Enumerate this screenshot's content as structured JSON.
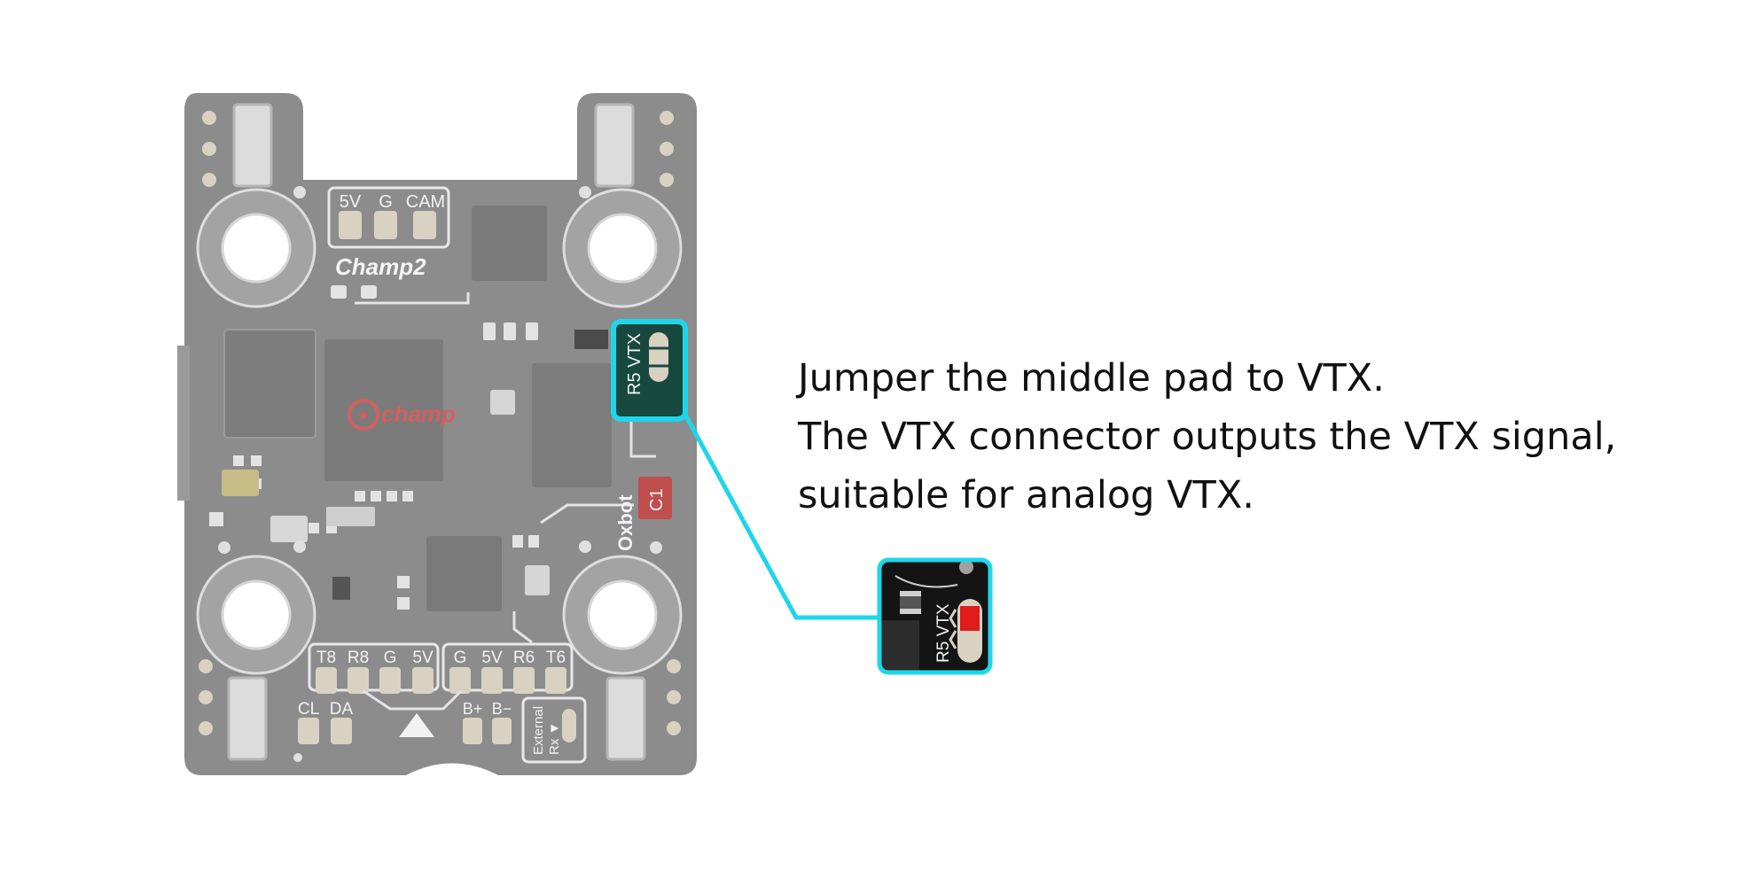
{
  "board": {
    "pad_labels_top": [
      "5V",
      "G",
      "CAM"
    ],
    "model": "Champ2",
    "logo": "champ",
    "side_label": "Oxbot",
    "cap_label": "C1",
    "jumper_label": "R5 VTX",
    "pad_labels_bottom_left": [
      "T8",
      "R8",
      "G",
      "5V"
    ],
    "pad_labels_bottom_right": [
      "G",
      "5V",
      "R6",
      "T6"
    ],
    "i2c_labels": [
      "CL",
      "DA"
    ],
    "batt_labels": [
      "B+",
      "B−"
    ],
    "ext_rx_label": [
      "External",
      "Rx ▼"
    ]
  },
  "description": {
    "lines": [
      "Jumper the middle pad to VTX.",
      "The VTX connector outputs the VTX signal,",
      "suitable for analog VTX."
    ]
  },
  "colors": {
    "callout": "#1ed6ea",
    "jumper_bridge": "#e21b1b",
    "board": "#8c8c8c"
  }
}
